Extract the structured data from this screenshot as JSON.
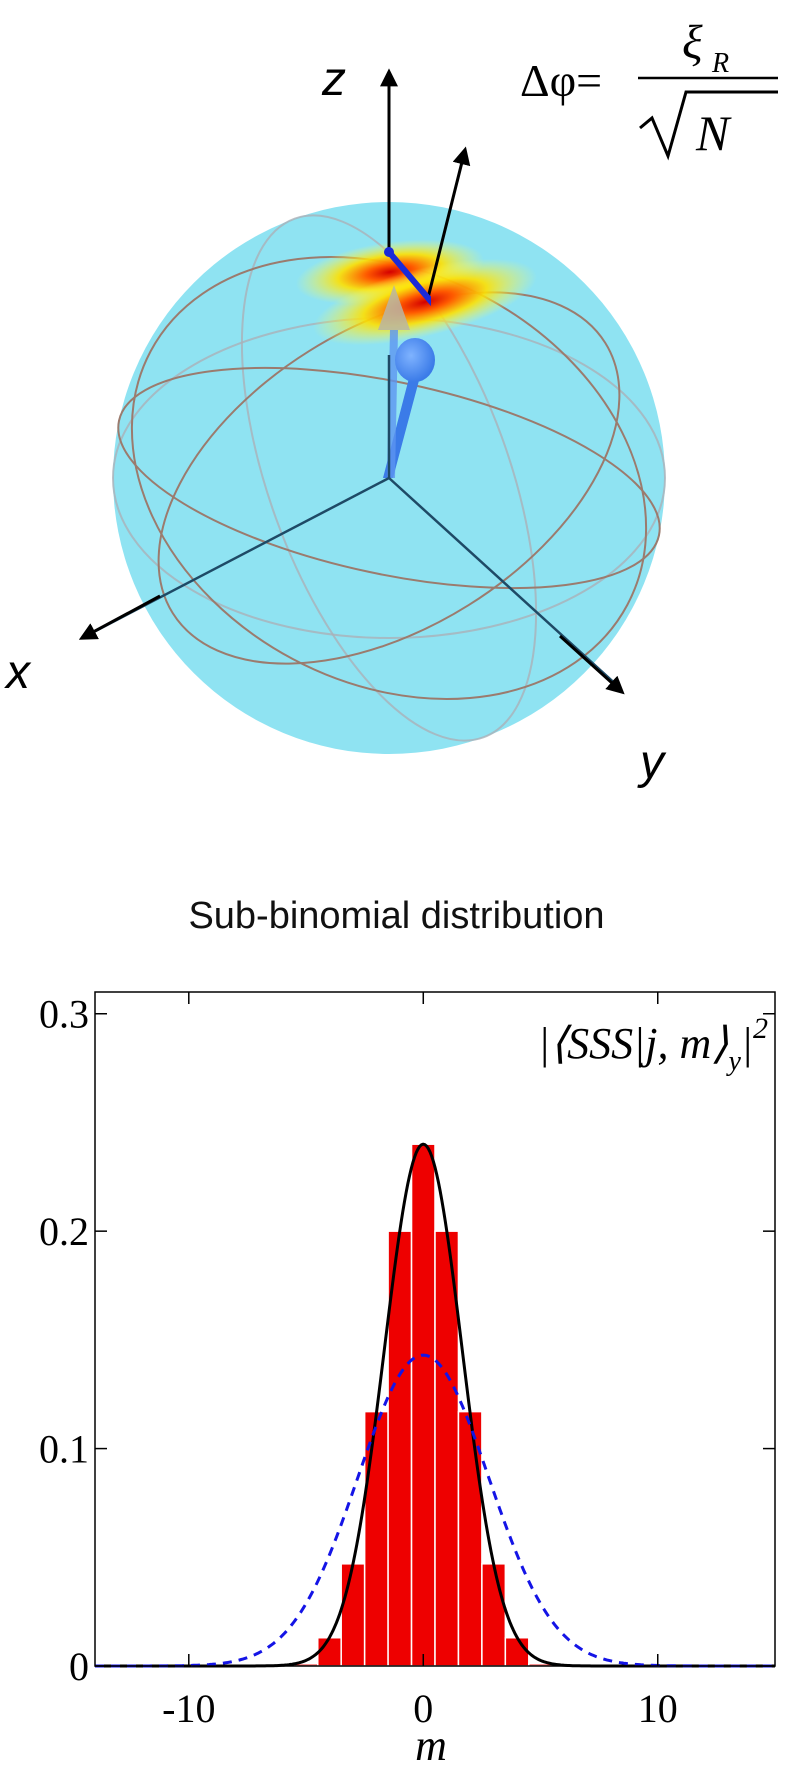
{
  "sphere": {
    "axes": {
      "x_label": "x",
      "y_label": "y",
      "z_label": "z"
    },
    "formula": {
      "lhs": "Δφ=",
      "numerator": "ξ",
      "numerator_sub": "R",
      "denominator": "N"
    },
    "colors": {
      "sphere": "#8fe3f2",
      "arrow": "#4a8ef0",
      "link": "#1a2ad8",
      "hot": "#e01010",
      "warm": "#ffe000"
    }
  },
  "distribution_title": "Sub-binomial distribution",
  "chart_data": {
    "type": "bar",
    "title": "Sub-binomial distribution",
    "legend": {
      "main": "|⟨SSS|j, m⟩",
      "subscript": "y",
      "suffix": "|",
      "superscript": "2"
    },
    "xlabel": "m",
    "ylabel": "",
    "xlim": [
      -14,
      15
    ],
    "ylim": [
      0,
      0.31
    ],
    "xticks": [
      -10,
      0,
      10
    ],
    "yticks": [
      0,
      0.1,
      0.2,
      0.3
    ],
    "xtick_labels": [
      "-10",
      "0",
      "10"
    ],
    "ytick_labels": [
      "0",
      "0.1",
      "0.2",
      "0.3"
    ],
    "bars": {
      "m": [
        -5,
        -4,
        -3,
        -2,
        -1,
        0,
        1,
        2,
        3,
        4,
        5
      ],
      "values": [
        0.001,
        0.013,
        0.047,
        0.117,
        0.2,
        0.24,
        0.2,
        0.117,
        0.047,
        0.013,
        0.001
      ],
      "color": "#ee0000"
    },
    "series": [
      {
        "style": "solid",
        "color": "#000000",
        "peak": 0.24,
        "sigma": 1.66
      },
      {
        "style": "dashed",
        "color": "#1414e6",
        "peak": 0.143,
        "sigma": 2.79
      }
    ],
    "grid": false
  }
}
